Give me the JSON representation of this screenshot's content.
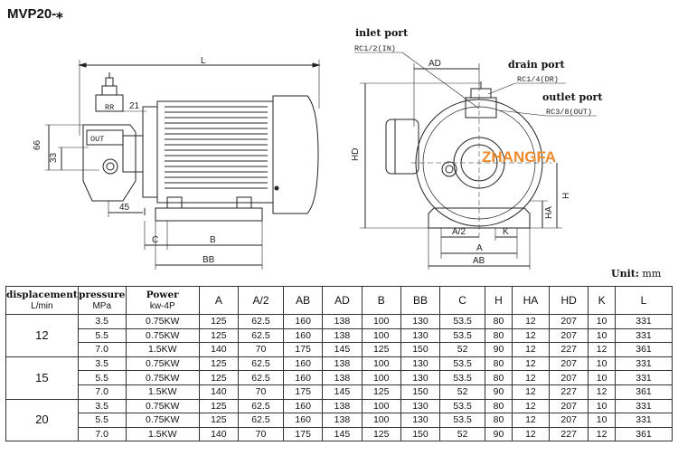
{
  "title": "MVP20-⁎",
  "unit_label": "Unit:",
  "unit_value": "mm",
  "watermark": "ZHANGFA",
  "drawing_labels": {
    "L": "L",
    "d66": "66",
    "d33": "33",
    "d21": "21",
    "d45": "45",
    "C": "C",
    "B": "B",
    "BB": "BB",
    "HD": "HD",
    "AD": "AD",
    "HA": "HA",
    "H": "H",
    "A2": "A/2",
    "K": "K",
    "A": "A",
    "AB": "AB",
    "RR": "RR",
    "OUT_mark": "OUT",
    "inlet_port": "inlet port",
    "inlet_spec": "RC1/2(IN)",
    "drain_port": "drain port",
    "drain_spec": "RC1/4(DR)",
    "outlet_port": "outlet port",
    "outlet_spec": "RC3/8(OUT)"
  },
  "table": {
    "headers": {
      "displacement_bold": "displacement",
      "displacement_unit": "L/min",
      "pressure_bold": "pressure",
      "pressure_unit": "MPa",
      "power_bold": "Power",
      "power_unit": "kw-4P",
      "cols": [
        "A",
        "A/2",
        "AB",
        "AD",
        "B",
        "BB",
        "C",
        "H",
        "HA",
        "HD",
        "K",
        "L"
      ]
    },
    "groups": [
      {
        "displacement": "12",
        "rows": [
          {
            "pressure": "3.5",
            "power": "0.75KW",
            "vals": [
              "125",
              "62.5",
              "160",
              "138",
              "100",
              "130",
              "53.5",
              "80",
              "12",
              "207",
              "10",
              "331"
            ]
          },
          {
            "pressure": "5.5",
            "power": "0.75KW",
            "vals": [
              "125",
              "62.5",
              "160",
              "138",
              "100",
              "130",
              "53.5",
              "80",
              "12",
              "207",
              "10",
              "331"
            ]
          },
          {
            "pressure": "7.0",
            "power": "1.5KW",
            "vals": [
              "140",
              "70",
              "175",
              "145",
              "125",
              "150",
              "52",
              "90",
              "12",
              "227",
              "12",
              "361"
            ]
          }
        ]
      },
      {
        "displacement": "15",
        "rows": [
          {
            "pressure": "3.5",
            "power": "0.75KW",
            "vals": [
              "125",
              "62.5",
              "160",
              "138",
              "100",
              "130",
              "53.5",
              "80",
              "12",
              "207",
              "10",
              "331"
            ]
          },
          {
            "pressure": "5.5",
            "power": "0.75KW",
            "vals": [
              "125",
              "62.5",
              "160",
              "138",
              "100",
              "130",
              "53.5",
              "80",
              "12",
              "207",
              "10",
              "331"
            ]
          },
          {
            "pressure": "7.0",
            "power": "1.5KW",
            "vals": [
              "140",
              "70",
              "175",
              "145",
              "125",
              "150",
              "52",
              "90",
              "12",
              "227",
              "12",
              "361"
            ]
          }
        ]
      },
      {
        "displacement": "20",
        "rows": [
          {
            "pressure": "3.5",
            "power": "0.75KW",
            "vals": [
              "125",
              "62.5",
              "160",
              "138",
              "100",
              "130",
              "53.5",
              "80",
              "12",
              "207",
              "10",
              "331"
            ]
          },
          {
            "pressure": "5.5",
            "power": "0.75KW",
            "vals": [
              "125",
              "62.5",
              "160",
              "138",
              "100",
              "130",
              "53.5",
              "80",
              "12",
              "207",
              "10",
              "331"
            ]
          },
          {
            "pressure": "7.0",
            "power": "1.5KW",
            "vals": [
              "140",
              "70",
              "175",
              "145",
              "125",
              "150",
              "52",
              "90",
              "12",
              "227",
              "12",
              "361"
            ]
          }
        ]
      }
    ]
  }
}
